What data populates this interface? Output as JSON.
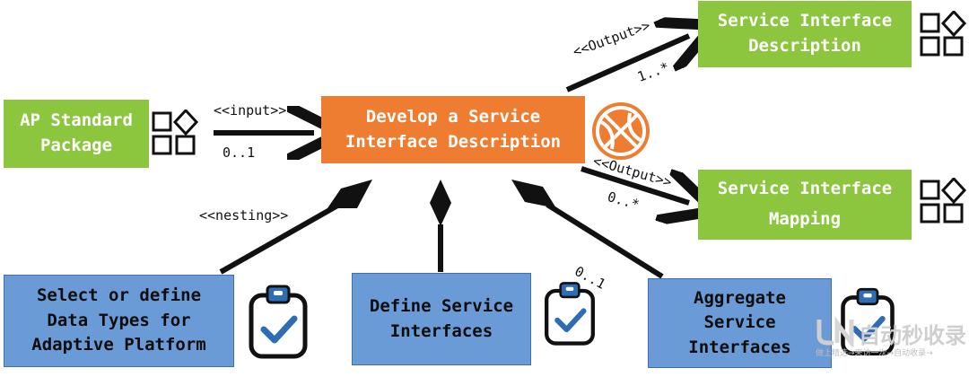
{
  "nodes": {
    "develop": {
      "line1": "Develop a Service",
      "line2": "Interface Description"
    },
    "ap_standard": {
      "line1": "AP Standard",
      "line2": "Package"
    },
    "service_interface_description": {
      "line1": "Service Interface",
      "line2": "Description"
    },
    "service_interface_mapping": {
      "line1": "Service Interface",
      "line2": "Mapping"
    },
    "select_define": {
      "line1": "Select or define",
      "line2": "Data Types for",
      "line3": "Adaptive Platform"
    },
    "define_service": {
      "line1": "Define Service",
      "line2": "Interfaces"
    },
    "aggregate": {
      "line1": "Aggregate",
      "line2": "Service",
      "line3": "Interfaces"
    }
  },
  "edges": {
    "input": {
      "stereotype": "<<input>>",
      "multiplicity": "0..1"
    },
    "output_description": {
      "stereotype": "<<Output>>",
      "multiplicity": "1..*"
    },
    "output_mapping": {
      "stereotype": "<<Output>>",
      "multiplicity": "0..*"
    },
    "nesting": {
      "stereotype": "<<nesting>>"
    },
    "aggregate_multiplicity": "0..1"
  },
  "icons": {
    "package": "work-product-package-icon",
    "task": "task-checklist-icon",
    "guidance": "basketball-guidance-icon"
  },
  "colors": {
    "green": "#8cc63f",
    "orange": "#ee7d31",
    "blue": "#6b9bd6",
    "line": "#111111"
  },
  "watermark": {
    "main": "自动秒收录",
    "sub": "做上精选→来访一次→自动收录→"
  }
}
